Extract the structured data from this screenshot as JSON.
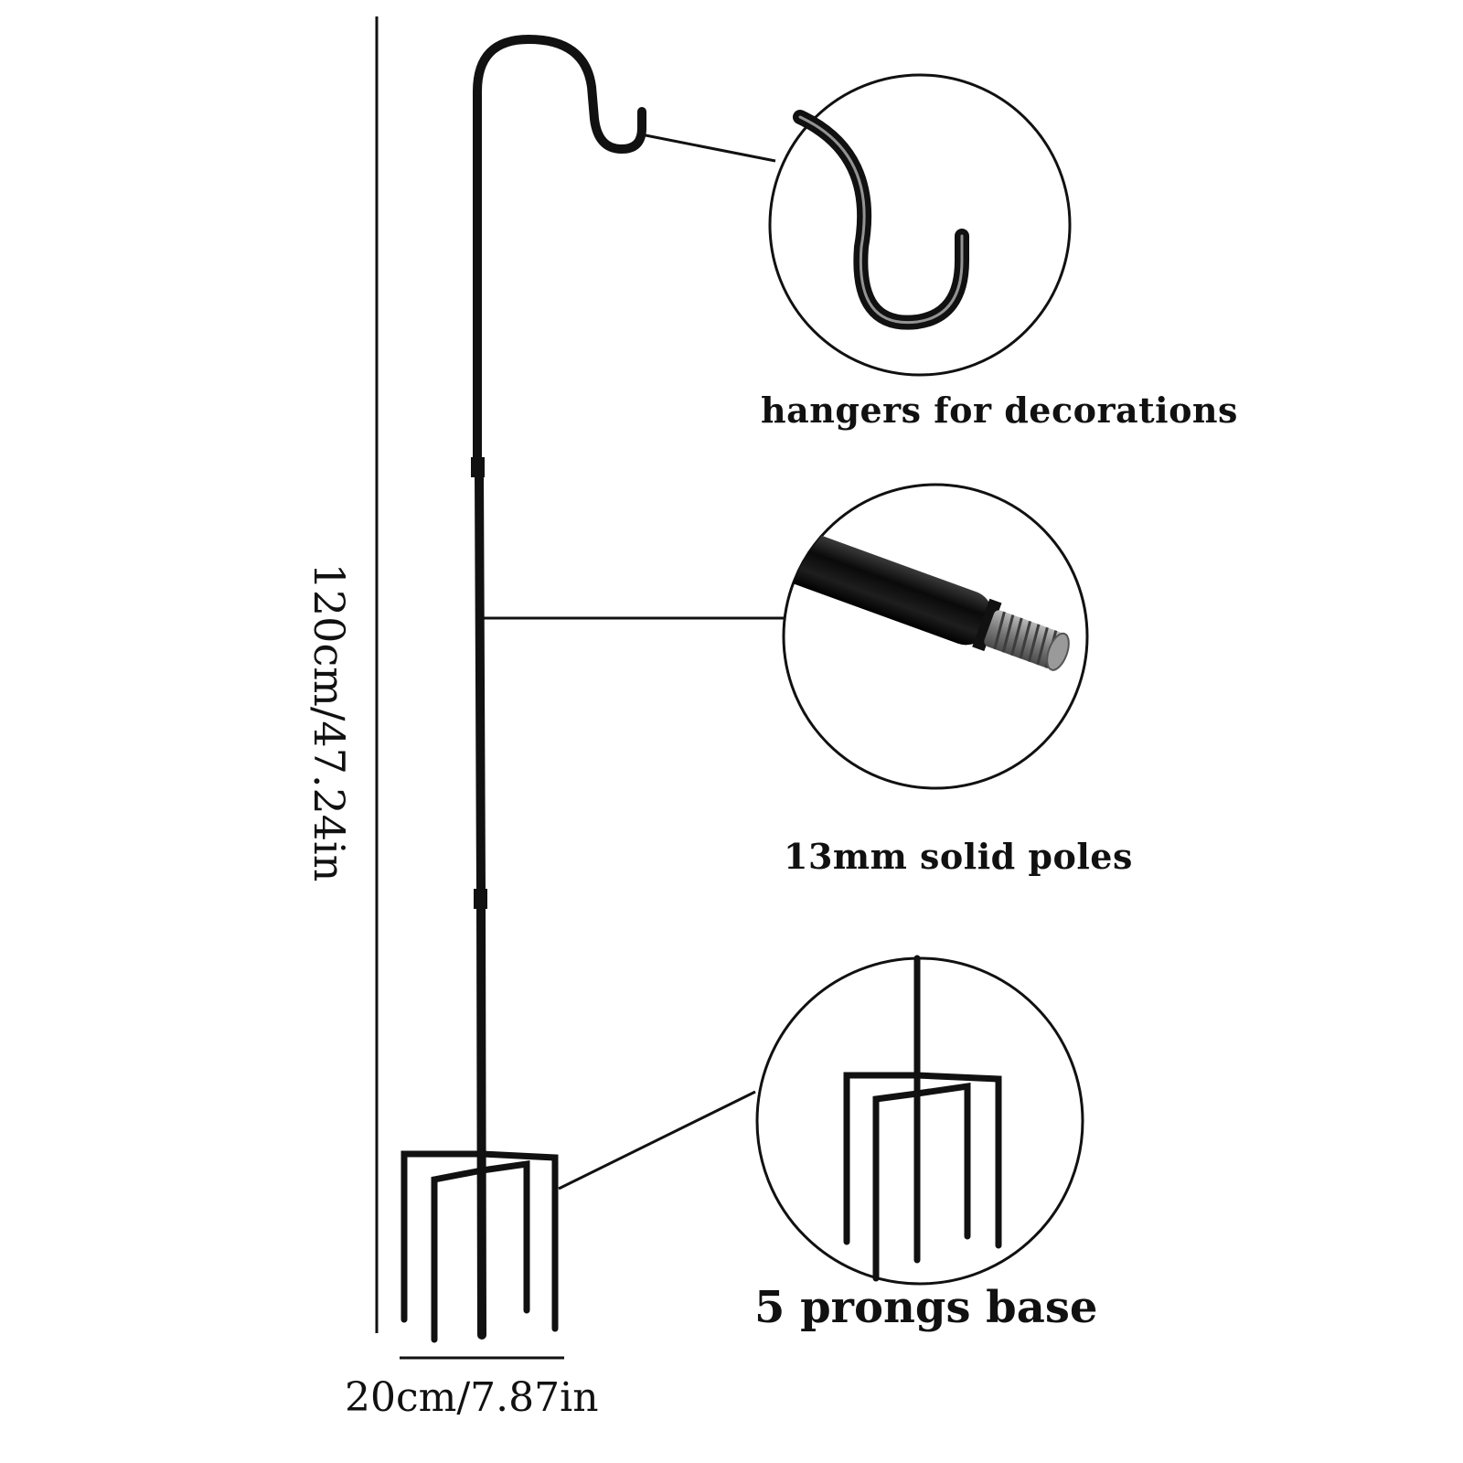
{
  "labels": {
    "hangers": "hangers for decorations",
    "poles": "13mm solid poles",
    "base": "5 prongs base",
    "height": "120cm/47.24in",
    "width": "20cm/7.87in"
  },
  "colors": {
    "background": "#ffffff",
    "metal": "#111111",
    "thread": "#8a8a8a"
  }
}
